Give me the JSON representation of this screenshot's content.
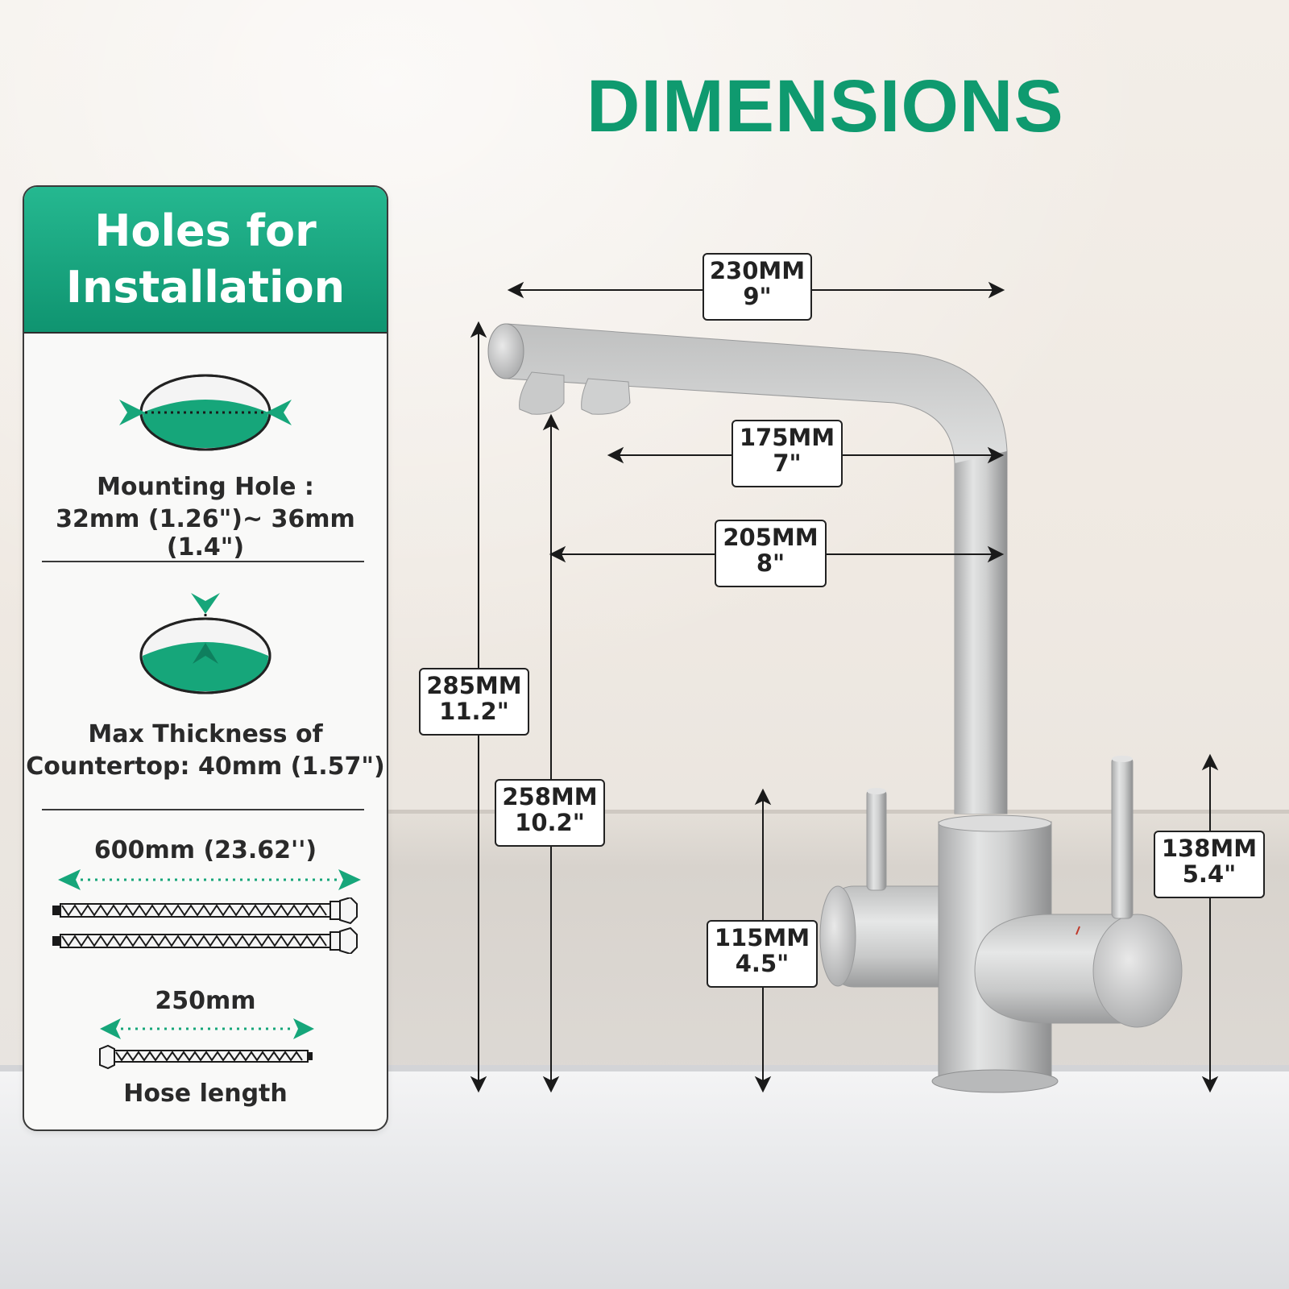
{
  "title": "DIMENSIONS",
  "panel": {
    "heading_line1": "Holes for",
    "heading_line2": "Installation",
    "mounting_hole_label": "Mounting Hole :",
    "mounting_hole_value": "32mm (1.26\")~ 36mm (1.4\")",
    "thickness_label": "Max Thickness of",
    "thickness_value": "Countertop: 40mm (1.57\")",
    "hose_long": "600mm (23.62'')",
    "hose_short": "250mm",
    "hose_caption": "Hose length"
  },
  "dimensions": {
    "spout_reach_total": {
      "mm": "230MM",
      "inch": "9\""
    },
    "spout_reach_inner": {
      "mm": "175MM",
      "inch": "7\""
    },
    "spout_reach_mid": {
      "mm": "205MM",
      "inch": "8\""
    },
    "total_height": {
      "mm": "285MM",
      "inch": "11.2\""
    },
    "spout_height": {
      "mm": "258MM",
      "inch": "10.2\""
    },
    "body_height": {
      "mm": "115MM",
      "inch": "4.5\""
    },
    "handle_height": {
      "mm": "138MM",
      "inch": "5.4\""
    }
  },
  "colors": {
    "accent": "#0f9a6f",
    "panel_header": "#1aa67f",
    "outline": "#222222"
  }
}
